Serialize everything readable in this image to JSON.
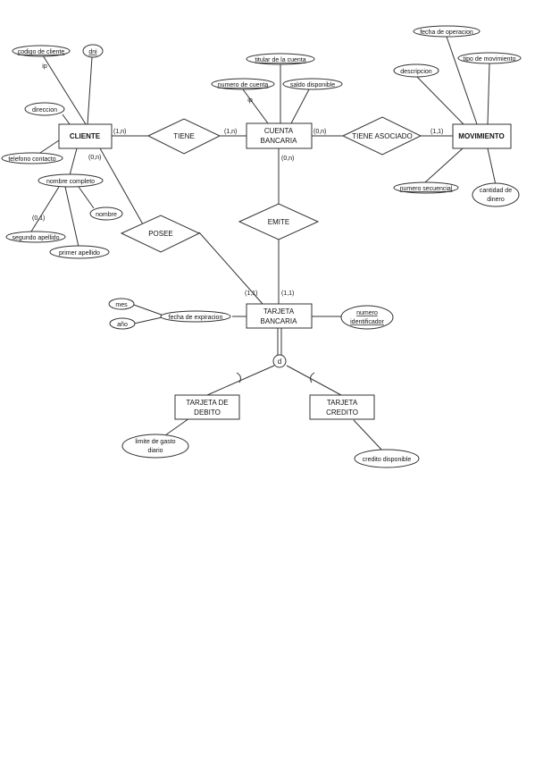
{
  "entities": {
    "cliente": "CLIENTE",
    "cuenta_l1": "CUENTA",
    "cuenta_l2": "BANCARIA",
    "movimiento": "MOVIMIENTO",
    "tarjeta_l1": "TARJETA",
    "tarjeta_l2": "BANCARIA",
    "debito_l1": "TARJETA DE",
    "debito_l2": "DEBITO",
    "credito_l1": "TARJETA",
    "credito_l2": "CREDITO"
  },
  "relationships": {
    "tiene": "TIENE",
    "tiene_asociado": "TIENE ASOCIADO",
    "emite": "EMITE",
    "posee": "POSEE"
  },
  "attributes": {
    "codigo_cliente": "codigo de cliente",
    "dni": "dni",
    "direccion": "direccion",
    "telefono": "telefono contacto",
    "nombre_completo": "nombre completo",
    "nombre": "nombre",
    "segundo_apellido": "segundo apellido",
    "primer_apellido": "primer apellido",
    "titular": "titular de la cuenta",
    "numero_cuenta": "numero de cuenta",
    "saldo": "saldo disponible",
    "fecha_operacion": "fecha de operacion",
    "tipo_movimiento": "tipo de movimiento",
    "descripcion": "descripcion",
    "numero_secuencial": "numero secuencial",
    "cantidad_l1": "cantidad de",
    "cantidad_l2": "dinero",
    "mes": "mes",
    "anio": "año",
    "fecha_expiracion": "fecha de expiracion",
    "numero_ident_l1": "numero",
    "numero_ident_l2": "identificador",
    "limite_l1": "limite de gasto",
    "limite_l2": "diario",
    "credito_disponible": "credito disponible"
  },
  "labels": {
    "ip_cliente": "ip",
    "ip_cuenta": "ip",
    "disjoint": "d"
  },
  "cardinalities": {
    "cliente_tiene": "(1,n)",
    "tiene_cuenta": "(1,n)",
    "cuenta_asoc": "(0,n)",
    "asoc_mov": "(1,1)",
    "cuenta_emite": "(0,n)",
    "cliente_posee": "(0,n)",
    "posee_tarjeta": "(1,1)",
    "emite_tarjeta": "(1,1)",
    "segundo_apellido_opt": "(0,1)"
  }
}
